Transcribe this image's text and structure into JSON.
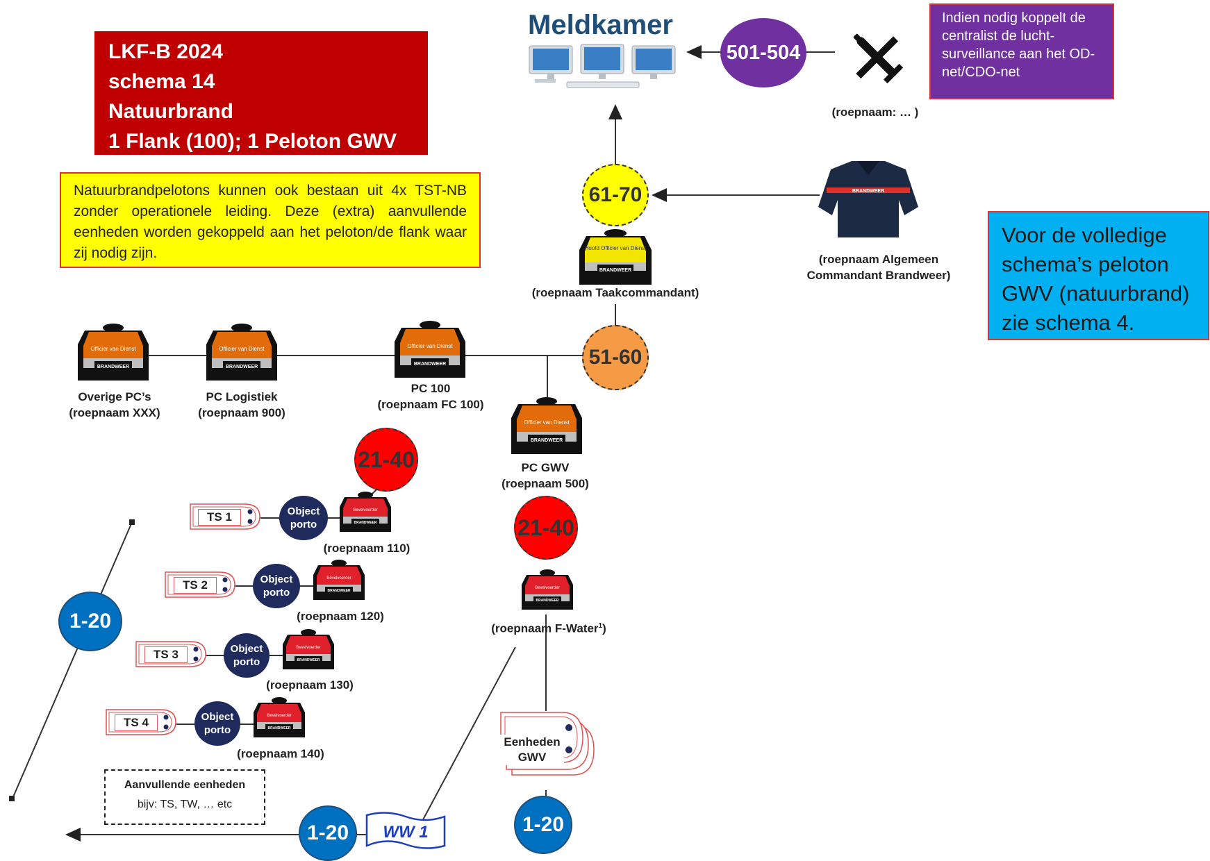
{
  "title_box": {
    "lines": [
      "LKF-B 2024",
      "schema 14",
      "Natuurbrand",
      "1 Flank (100); 1 Peloton GWV"
    ],
    "color": "#c00000"
  },
  "note_box": {
    "text": "Natuurbrandpelotons kunnen ook bestaan uit 4x TST-NB zonder operationele leiding. Deze (extra) aanvullende eenheden worden gekoppeld aan het peloton/de flank waar zij nodig zijn.",
    "color": "#ffff00"
  },
  "meldkamer": {
    "title": "Meldkamer",
    "icon": "computer-monitors-icon"
  },
  "purple_box": {
    "text": "Indien nodig koppelt de centralist de lucht-surveillance aan het OD-net/CDO-net",
    "color": "#7030a0"
  },
  "blue_box": {
    "text": "Voor de volledige schema’s peloton GWV (natuurbrand) zie schema 4.",
    "color": "#00b0f0"
  },
  "circles": {
    "c501": "501-504",
    "c61": "61-70",
    "c51": "51-60",
    "c21a": "21-40",
    "c21b": "21-40",
    "c1a": "1-20",
    "c1b": "1-20",
    "c1c": "1-20"
  },
  "labels": {
    "plane": "(roepnaam:  … )",
    "acb": [
      "(roepnaam Algemeen",
      "Commandant Brandweer)"
    ],
    "tc": "(roepnaam Taakcommandant)",
    "overige": [
      "Overige PC’s",
      "(roepnaam XXX)"
    ],
    "logistiek": [
      "PC Logistiek",
      "(roepnaam 900)"
    ],
    "pc100": [
      "PC 100",
      "(roepnaam FC 100)"
    ],
    "pcgwv": [
      "PC GWV",
      "(roepnaam 500)"
    ],
    "r110": "(roepnaam 110)",
    "r120": "(roepnaam 120)",
    "r130": "(roepnaam 130)",
    "r140": "(roepnaam 140)",
    "fwater": "(roepnaam F-Water",
    "fwater_sup": "1",
    "fwater_end": ")"
  },
  "trucks": [
    "TS 1",
    "TS 2",
    "TS 3",
    "TS 4"
  ],
  "porto": [
    "Object",
    "porto"
  ],
  "vests": {
    "officer": [
      "Officier van Dienst",
      "BRANDWEER"
    ],
    "tc": [
      "Hoofd Officier van Dienst",
      "BRANDWEER"
    ],
    "bevel": [
      "Bevelvoerder",
      "BRANDWEER"
    ],
    "shirt": "BRANDWEER"
  },
  "aanvullend": {
    "title": "Aanvullende eenheden",
    "sub": "bijv: TS, TW, … etc"
  },
  "ww1": "WW 1",
  "eenheden": [
    "Eenheden",
    "GWV"
  ]
}
